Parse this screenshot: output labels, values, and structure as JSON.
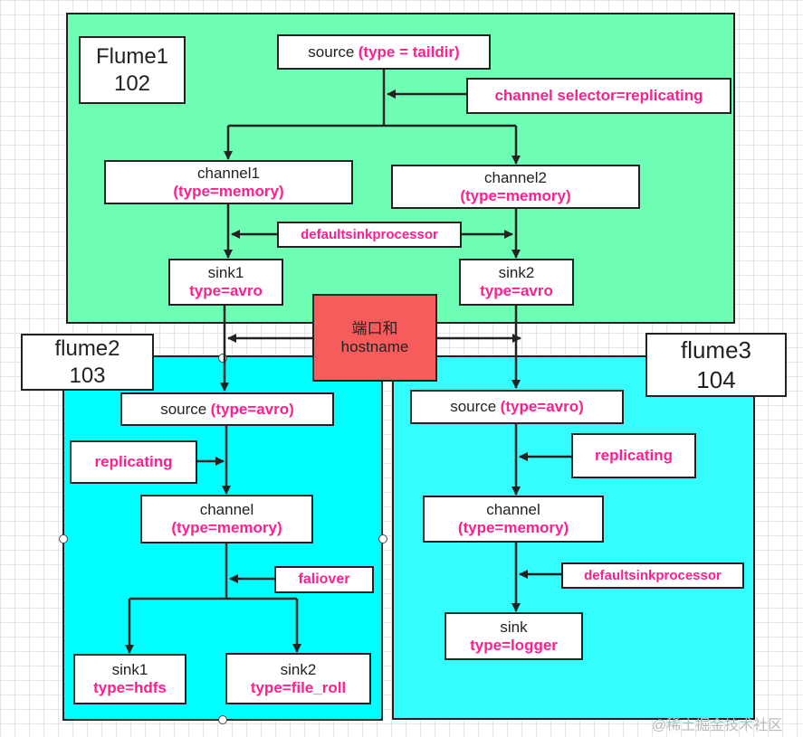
{
  "colors": {
    "flume1_bg": "#6effb4",
    "flume2_bg": "#00ffff",
    "flume3_bg": "#33fdfd",
    "port_box_bg": "#f65c5c",
    "accent_text": "#ff1f8f",
    "line": "#222222"
  },
  "flume1": {
    "name": "Flume1",
    "id": "102",
    "source": {
      "label": "source",
      "type": "(type = taildir)"
    },
    "selector": "channel selector=replicating",
    "channel1": {
      "label": "channel1",
      "type": "(type=memory)"
    },
    "channel2": {
      "label": "channel2",
      "type": "(type=memory)"
    },
    "processor": "defaultsinkprocessor",
    "sink1": {
      "label": "sink1",
      "type": "type=avro"
    },
    "sink2": {
      "label": "sink2",
      "type": "type=avro"
    }
  },
  "port": {
    "line1": "端口和",
    "line2": "hostname"
  },
  "flume2": {
    "name": "flume2",
    "id": "103",
    "source": {
      "label": "source",
      "type": "(type=avro)"
    },
    "selector": "replicating",
    "channel": {
      "label": "channel",
      "type": "(type=memory)"
    },
    "processor": "faliover",
    "sink1": {
      "label": "sink1",
      "type": "type=hdfs"
    },
    "sink2": {
      "label": "sink2",
      "type": "type=file_roll"
    }
  },
  "flume3": {
    "name": "flume3",
    "id": "104",
    "source": {
      "label": "source",
      "type": "(type=avro)"
    },
    "selector": "replicating",
    "channel": {
      "label": "channel",
      "type": "(type=memory)"
    },
    "processor": "defaultsinkprocessor",
    "sink": {
      "label": "sink",
      "type": "type=logger"
    }
  },
  "watermark": "@稀土掘金技术社区"
}
